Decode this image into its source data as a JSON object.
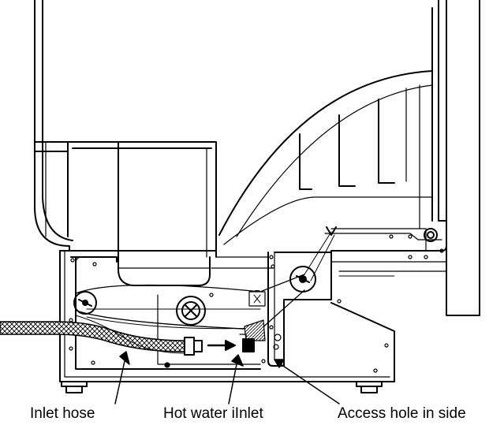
{
  "labels": {
    "inlet_hose": "Inlet hose",
    "hot_water_inlet": "Hot water iInlet",
    "access_hole": "Access hole in side"
  }
}
